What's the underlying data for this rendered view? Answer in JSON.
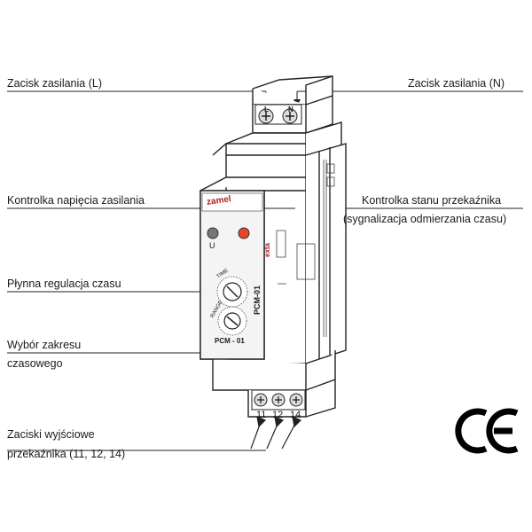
{
  "labels": {
    "power_terminal_l": "Zacisk zasilania (L)",
    "power_terminal_n": "Zacisk zasilania (N)",
    "power_indicator": "Kontrolka napięcia zasilania",
    "relay_indicator": "Kontrolka stanu przekaźnika",
    "relay_indicator_note": "(sygnalizacja odmierzania czasu)",
    "time_adjust": "Płynna regulacja czasu",
    "range_select_line1": "Wybór zakresu",
    "range_select_line2": "czasowego",
    "output_terminals_line1": "Zaciski wyjściowe",
    "output_terminals_line2": "przekaźnika (11, 12, 14)"
  },
  "device": {
    "brand": "zamel",
    "model": "PCM - 01",
    "model_side": "PCM-01",
    "led_u": "U",
    "terminal_l": "L",
    "terminal_n": "N",
    "terminal_11": "11",
    "terminal_12": "12",
    "terminal_14": "14",
    "knob_time_label": "TIME",
    "knob_range_label": "RANGE",
    "exta_label": "exta",
    "led_colors": {
      "power": "#777777",
      "relay": "#e8452a"
    }
  },
  "marks": {
    "ce": "CE"
  }
}
